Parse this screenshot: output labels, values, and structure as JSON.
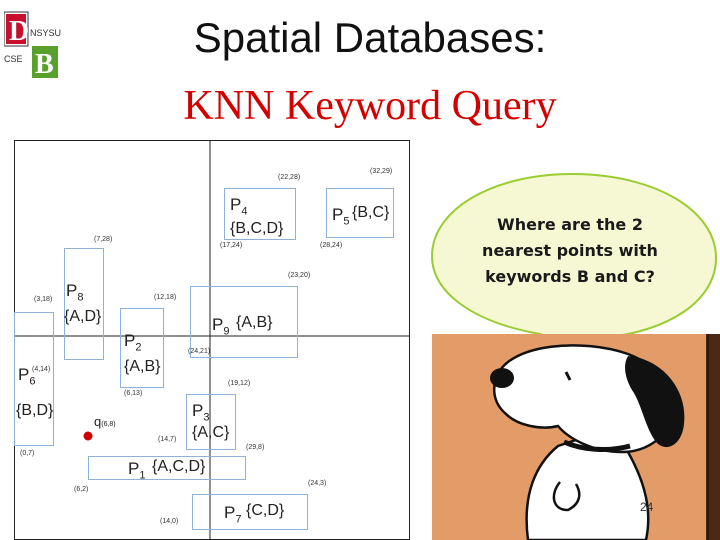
{
  "logo": {
    "letter_top": "D",
    "letter_bottom": "B",
    "text_right": "NSYSU",
    "text_left": "CSE"
  },
  "slide": {
    "title": "Spatial Databases:",
    "subtitle": "KNN Keyword Query",
    "page_number": "24"
  },
  "bubble": {
    "text": "Where are the 2 nearest points with keywords B and C?"
  },
  "points": [
    {
      "id": "P4",
      "letter": "P",
      "index": "4",
      "keywords": "{B,C,D}"
    },
    {
      "id": "P5",
      "letter": "P",
      "index": "5",
      "keywords": "{B,C}"
    },
    {
      "id": "P8",
      "letter": "P",
      "index": "8",
      "keywords": "{A,D}"
    },
    {
      "id": "P9",
      "letter": "P",
      "index": "9",
      "keywords": "{A,B}"
    },
    {
      "id": "P2",
      "letter": "P",
      "index": "2",
      "keywords": "{A,B}"
    },
    {
      "id": "P6",
      "letter": "P",
      "index": "6",
      "keywords": "{B,D}"
    },
    {
      "id": "P3",
      "letter": "P",
      "index": "3",
      "keywords": "{A,C}"
    },
    {
      "id": "P1",
      "letter": "P",
      "index": "1",
      "keywords": "{A,C,D}"
    },
    {
      "id": "P7",
      "letter": "P",
      "index": "7",
      "keywords": "{C,D}"
    }
  ],
  "query": {
    "label": "q",
    "coord": "(6,8)"
  },
  "coords": [
    "(22,28)",
    "(32,29)",
    "(7,28)",
    "(17,24)",
    "(28,24)",
    "(23,20)",
    "(3,18)",
    "(12,18)",
    "(24,21)",
    "(4,14)",
    "(6,13)",
    "(19,12)",
    "(14,7)",
    "(29,8)",
    "(0,7)",
    "(24,3)",
    "(6,2)",
    "(14,0)"
  ]
}
